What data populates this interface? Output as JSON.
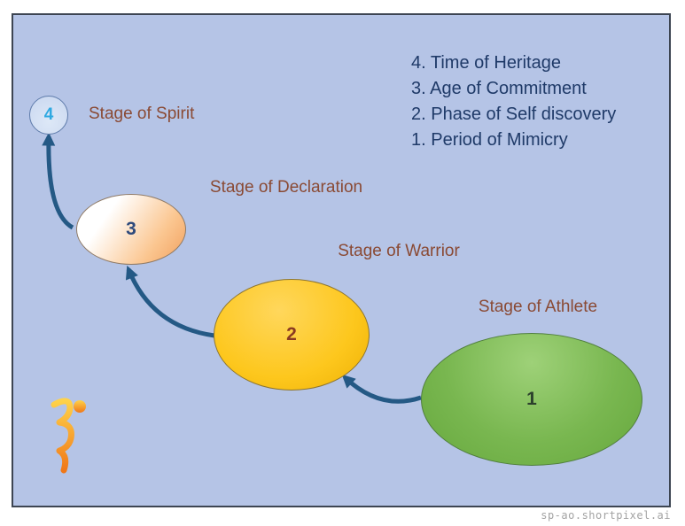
{
  "stages": [
    {
      "number": "1",
      "label": "Stage of Athlete",
      "fill": "#79b750",
      "number_color": "#2c402c"
    },
    {
      "number": "2",
      "label": "Stage of Warrior",
      "fill": "#fdc71d",
      "number_color": "#8a3a22"
    },
    {
      "number": "3",
      "label": "Stage of Declaration",
      "fill": "#f8c28a",
      "number_color": "#2e4a7c"
    },
    {
      "number": "4",
      "label": "Stage of Spirit",
      "fill": "#cfdcf2",
      "number_color": "#2fa9e1"
    }
  ],
  "legend": {
    "items": [
      "4. Time of Heritage",
      "3. Age of Commitment",
      "2. Phase of Self discovery",
      "1. Period of Mimicry"
    ]
  },
  "watermark": "sp-ao.shortpixel.ai",
  "colors": {
    "canvas_background": "#b5c4e6",
    "frame_border": "#3d4552",
    "arrow": "#245985",
    "stage_label_text": "#8a4a34",
    "legend_text": "#1f3a68",
    "watermark_text": "#a3a3a3",
    "logo_orange": "#f07818"
  }
}
